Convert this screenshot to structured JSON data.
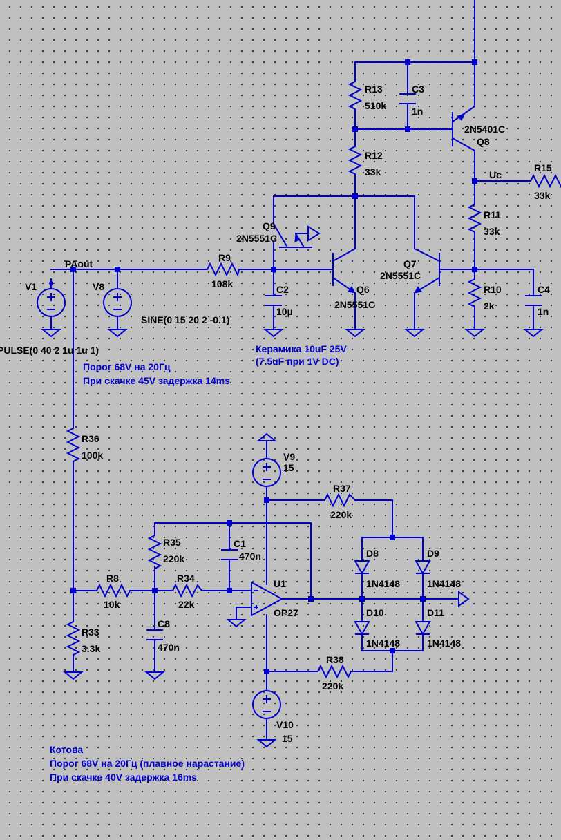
{
  "components": {
    "R13": {
      "name": "R13",
      "value": "510k"
    },
    "C3": {
      "name": "C3",
      "value": "1n"
    },
    "Q8": {
      "name": "Q8",
      "model": "2N5401C"
    },
    "R12": {
      "name": "R12",
      "value": "33k"
    },
    "R15": {
      "name": "R15",
      "value": "33k"
    },
    "uc_net": "Uc",
    "Q9": {
      "name": "Q9",
      "model": "2N5551C"
    },
    "R11": {
      "name": "R11",
      "value": "33k"
    },
    "R9": {
      "name": "R9",
      "value": "108k"
    },
    "paout_net": "PAout",
    "Q7": {
      "name": "Q7",
      "model": "2N5551C"
    },
    "V1": {
      "name": "V1",
      "value": "PULSE(0 40 2 1u 1u 1)"
    },
    "V8": {
      "name": "V8",
      "value": "SINE(0 15 20 2 -0.1)"
    },
    "C2": {
      "name": "C2",
      "value": "10µ"
    },
    "Q6": {
      "name": "Q6",
      "model": "2N5551C"
    },
    "R10": {
      "name": "R10",
      "value": "2k"
    },
    "C4": {
      "name": "C4",
      "value": "1n"
    },
    "R36": {
      "name": "R36",
      "value": "100k"
    },
    "V9": {
      "name": "V9",
      "value": "15"
    },
    "R37": {
      "name": "R37",
      "value": "220k"
    },
    "R35": {
      "name": "R35",
      "value": "220k"
    },
    "C1": {
      "name": "C1",
      "value": "470n"
    },
    "D8": {
      "name": "D8",
      "model": "1N4148"
    },
    "D9": {
      "name": "D9",
      "model": "1N4148"
    },
    "R8": {
      "name": "R8",
      "value": "10k"
    },
    "R34": {
      "name": "R34",
      "value": "22k"
    },
    "U1": {
      "name": "U1",
      "model": "OP27"
    },
    "D10": {
      "name": "D10",
      "model": "1N4148"
    },
    "D11": {
      "name": "D11",
      "model": "1N4148"
    },
    "R33": {
      "name": "R33",
      "value": "3.3k"
    },
    "C8": {
      "name": "C8",
      "value": "470n"
    },
    "R38": {
      "name": "R38",
      "value": "220k"
    },
    "V10": {
      "name": "V10",
      "value": "15"
    }
  },
  "comments": {
    "ceramic_1": "Керамика 10uF 25V",
    "ceramic_2": "(7.5uF при 1V DC)",
    "threshold_1": "Порог 68V на 20Гц",
    "threshold_2": "При скачке 45V задержка 14ms",
    "kotova_1": "Котова",
    "kotova_2": "Порог 68V на 20Гц (плавное нарастание)",
    "kotova_3": "При скачке 40V задержка 16ms"
  },
  "colors": {
    "wire": "#0000cc",
    "background": "#c0c0c0",
    "grid_dot": "#2a2a2a",
    "label": "#000000"
  }
}
